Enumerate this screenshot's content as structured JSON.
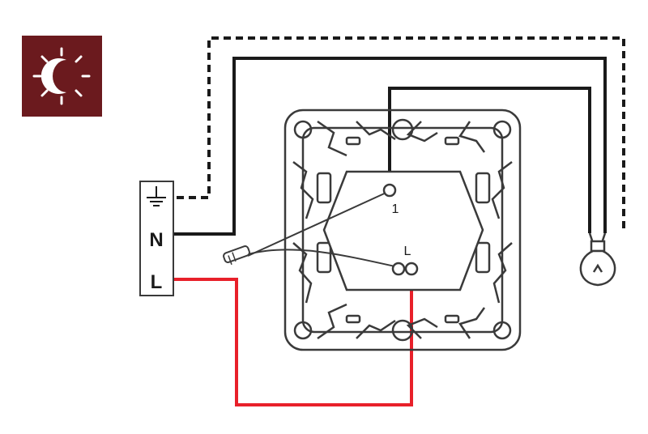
{
  "icon": {
    "name": "sun-moon-icon",
    "background": "#6b1a1e",
    "color": "#ffffff"
  },
  "terminal_block": {
    "earth_symbol": "earth-ground-icon",
    "neutral_label": "N",
    "live_label": "L"
  },
  "mechanism": {
    "terminal_1_label": "1",
    "terminal_l_label": "L"
  },
  "colors": {
    "neutral_wire": "#1a1a1a",
    "live_wire": "#e8202a",
    "earth_wire": "#1a1a1a",
    "frame": "#3a3a3a"
  }
}
